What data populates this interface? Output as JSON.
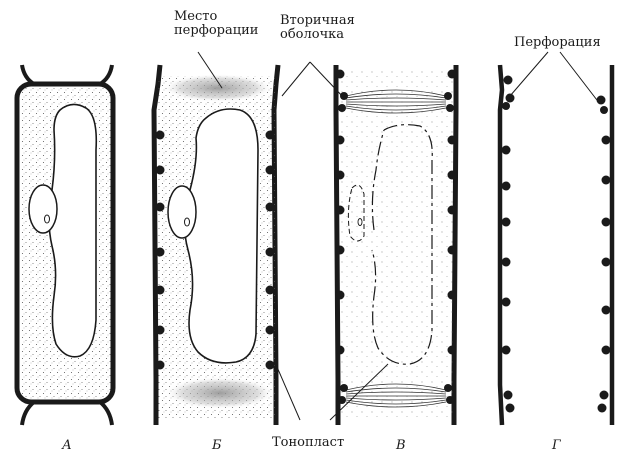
{
  "labels": {
    "perforation_site_1": "Место",
    "perforation_site_2": "перфорации",
    "secondary_wall_1": "Вторичная",
    "secondary_wall_2": "оболочка",
    "perforation": "Перфорация",
    "tonoplast": "Тонопласт"
  },
  "panels": [
    "А",
    "Б",
    "В",
    "Г"
  ],
  "colors": {
    "ink": "#1a1a1a",
    "stipple": "#555555",
    "shade": "#9a9a9a"
  }
}
